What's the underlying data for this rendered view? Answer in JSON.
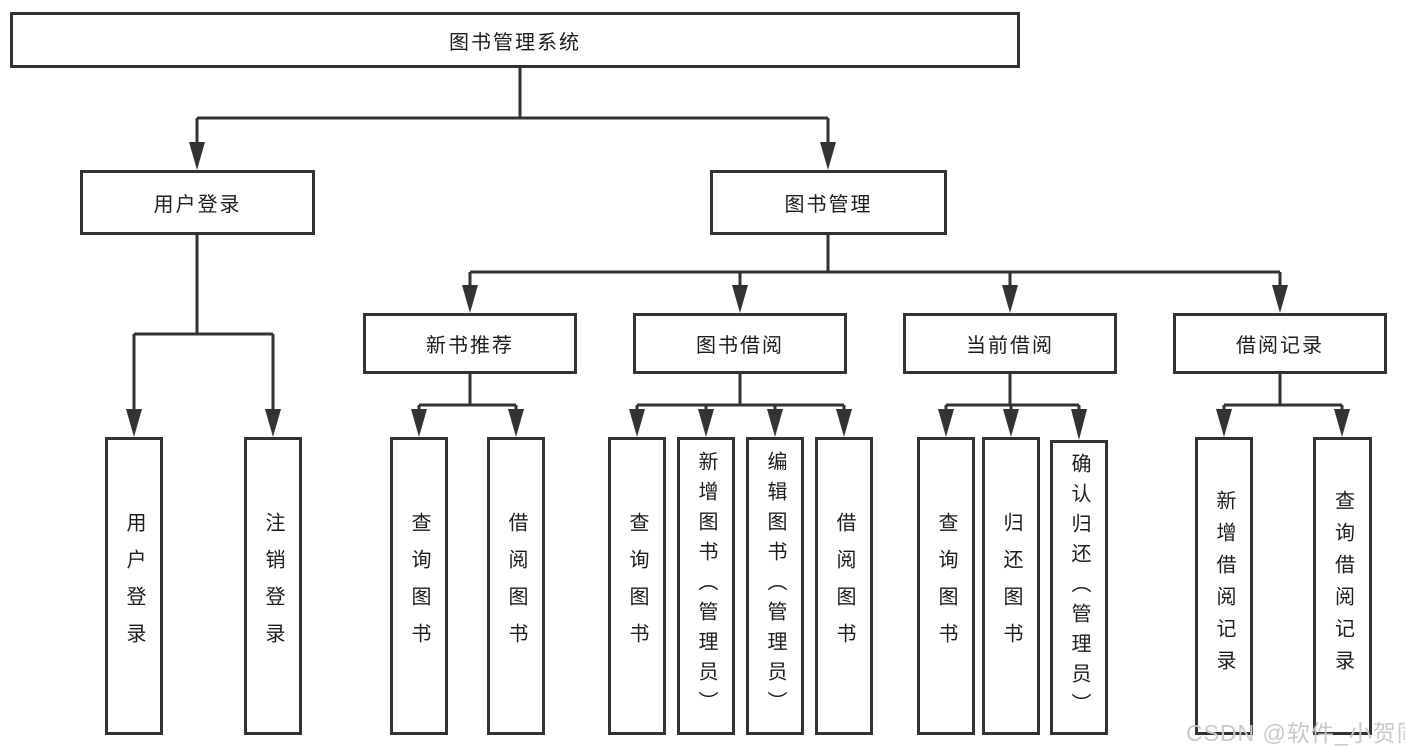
{
  "diagram": {
    "root": {
      "label": "图书管理系统"
    },
    "branches": [
      {
        "label": "用户登录",
        "children": [
          {
            "label": "用户登录"
          },
          {
            "label": "注销登录"
          }
        ]
      },
      {
        "label": "图书管理",
        "children": [
          {
            "label": "新书推荐",
            "children": [
              {
                "label": "查询图书"
              },
              {
                "label": "借阅图书"
              }
            ]
          },
          {
            "label": "图书借阅",
            "children": [
              {
                "label": "查询图书"
              },
              {
                "label": "新增图书（管理员）"
              },
              {
                "label": "编辑图书（管理员）"
              },
              {
                "label": "借阅图书"
              }
            ]
          },
          {
            "label": "当前借阅",
            "children": [
              {
                "label": "查询图书"
              },
              {
                "label": "归还图书"
              },
              {
                "label": "确认归还（管理员）"
              }
            ]
          },
          {
            "label": "借阅记录",
            "children": [
              {
                "label": "新增借阅记录"
              },
              {
                "label": "查询借阅记录"
              }
            ]
          }
        ]
      }
    ],
    "watermark": "CSDN @软件_小贺同学",
    "colors": {
      "line": "#333333",
      "text": "#1c1c1c",
      "watermark": "#c9c9c9",
      "background": "#ffffff"
    }
  }
}
